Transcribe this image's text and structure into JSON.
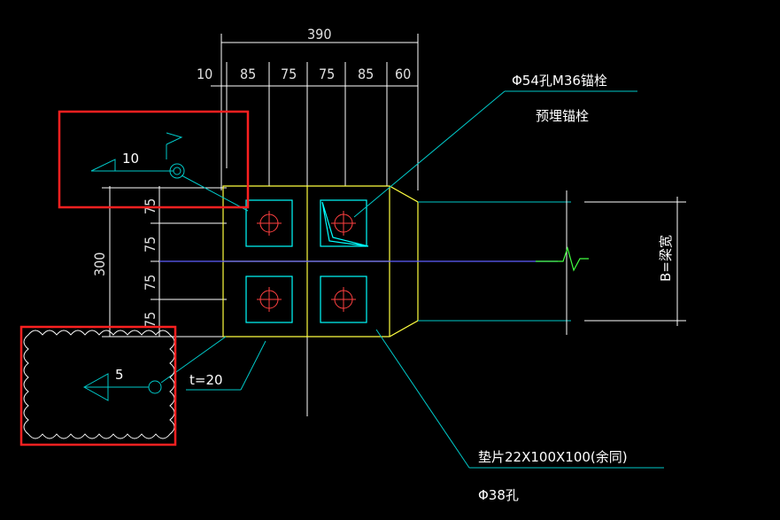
{
  "drawing": {
    "dim_total": "390",
    "dim_segments": [
      "10",
      "85",
      "75",
      "75",
      "85",
      "60"
    ],
    "dim_vertical_total": "300",
    "dim_vertical_segments": [
      "75",
      "75",
      "75",
      "75"
    ],
    "weld_symbol_top": "10",
    "weld_symbol_bottom": "5",
    "anchor_note": "Φ54孔M36锚栓",
    "anchor_sub": "预埋锚栓",
    "plate_note": "t=20",
    "washer_note": "垫片22X100X100(余同)",
    "hole_note": "Φ38孔",
    "beam_width": "B=梁宽"
  },
  "colors": {
    "cyan": "#00c8c8",
    "yellow": "#ffff40",
    "green": "#40ff40",
    "red": "#ff4040",
    "blue": "#6060ff",
    "highlight": "#ff2020"
  }
}
